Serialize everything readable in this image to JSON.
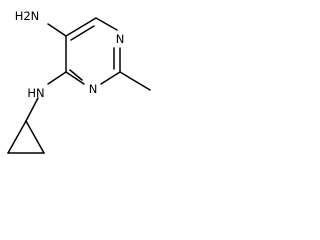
{
  "structure": {
    "atoms": {
      "amino_group": "H2N",
      "ring_nitrogen_top": "N",
      "ring_nitrogen_bottom": "N",
      "linker_nitrogen": "HN"
    }
  }
}
